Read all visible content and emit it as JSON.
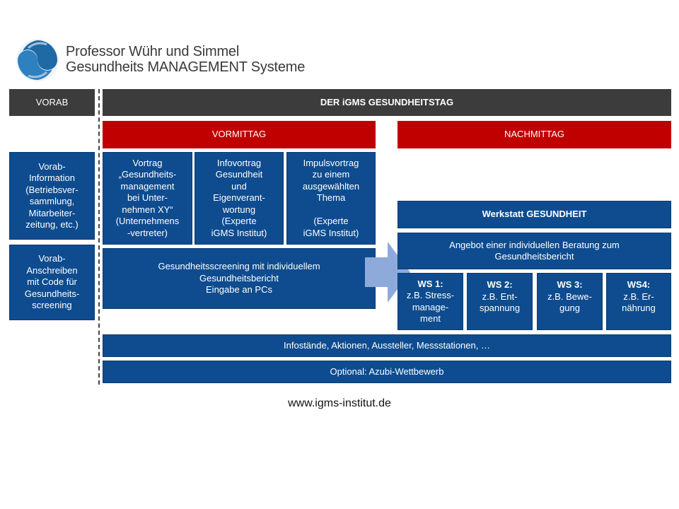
{
  "header": {
    "line1": "Professor Wühr und Simmel",
    "line2": "Gesundheits MANAGEMENT Systeme"
  },
  "vorab": {
    "title": "VORAB",
    "box1": "Vorab-\nInformation\n(Betriebsver-\nsammlung,\nMitarbeiter-\nzeitung, etc.)",
    "box2": "Vorab-\nAnschreiben\nmit Code für\nGesundheits-\nscreening"
  },
  "main_title": "DER iGMS GESUNDHEITSTAG",
  "vormittag": {
    "title": "VORMITTAG",
    "box1": "Vortrag\n„Gesundheits-\nmanagement\nbei Unter-\nnehmen XY“\n(Unternehmens\n-vertreter)",
    "box2": "Infovortrag\nGesundheit\nund\nEigenverant-\nwortung\n(Experte\niGMS Institut)",
    "box3": "Impulsvortrag\nzu einem\nausgewählten\nThema\n\n(Experte\niGMS Institut)",
    "screening": "Gesundheitsscreening mit individuellem\nGesundheitsbericht\nEingabe an PCs"
  },
  "nachmittag": {
    "title": "NACHMITTAG",
    "werkstatt": "Werkstatt GESUNDHEIT",
    "angebot": "Angebot einer individuellen Beratung zum\nGesundheitsbericht",
    "workshops": [
      {
        "title": "WS 1:",
        "text": "z.B. Stress-\nmanage-\nment"
      },
      {
        "title": "WS 2:",
        "text": "z.B. Ent-\nspannung"
      },
      {
        "title": "WS 3:",
        "text": "z.B. Bewe-\ngung"
      },
      {
        "title": "WS4:",
        "text": "z.B. Er-\nnährung"
      }
    ]
  },
  "infostaende": "Infostände, Aktionen, Aussteller, Messstationen, …",
  "optional": "Optional: Azubi-Wettbewerb",
  "footer_url": "www.igms-institut.de",
  "colors": {
    "blue": "#0e4c8f",
    "red": "#c00000",
    "dark": "#3c3c3c",
    "arrow": "#8eaadb",
    "logo_blue": "#1f6aa5"
  }
}
